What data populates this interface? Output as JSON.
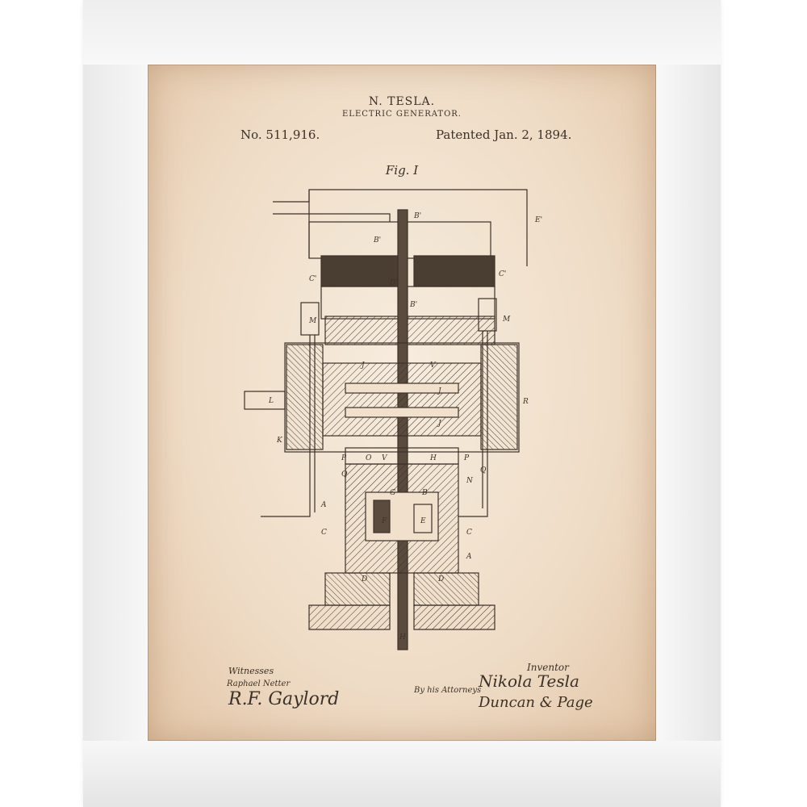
{
  "header": {
    "inventor": "N. TESLA.",
    "invention": "ELECTRIC GENERATOR.",
    "patent_number": "No. 511,916.",
    "patent_date": "Patented Jan. 2, 1894."
  },
  "figure": {
    "caption": "Fig. I",
    "labels": {
      "B1_top": "B'",
      "E1": "E'",
      "B1_left": "B'",
      "C1_left": "C'",
      "C1_right": "C'",
      "D2": "D'",
      "B1_mid": "B'",
      "M_left": "M",
      "M_right": "M",
      "J_top": "J",
      "V_top": "V",
      "J_mid": "J",
      "J_low": "J",
      "L": "L",
      "R": "R",
      "K": "K",
      "P_left": "P",
      "O": "O",
      "V_low": "V",
      "H_mid": "H",
      "P_right": "P",
      "Q_left": "Q",
      "Q_right": "Q",
      "N": "N",
      "A_left": "A",
      "G": "G",
      "B_low": "B",
      "F": "F",
      "E_low": "E",
      "C_left": "C",
      "C_right": "C",
      "A_right": "A",
      "D_left": "D",
      "D_right": "D",
      "H_bottom": "H"
    }
  },
  "signatures": {
    "witnesses_label": "Witnesses",
    "witness_1": "Raphael Netter",
    "witness_2": "R.F. Gaylord",
    "inventor_label": "Inventor",
    "inventor_signature": "Nikola Tesla",
    "attorneys_label": "By his Attorneys",
    "attorneys_signature": "Duncan & Page"
  },
  "colors": {
    "paper": "#efdcc6",
    "ink": "#3c3128",
    "frame": "#f4f4f4"
  }
}
